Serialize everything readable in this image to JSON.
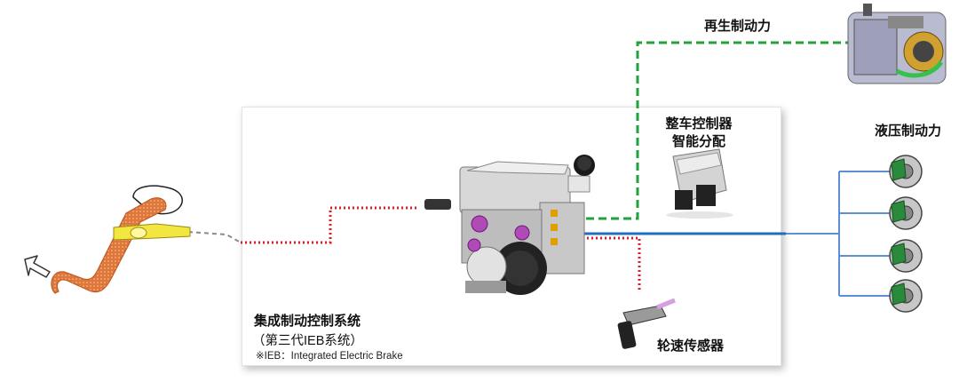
{
  "labels": {
    "ieb_title": "集成制动控制系统",
    "ieb_subtitle": "（第三代IEB系统）",
    "ieb_note": "※IEB：Integrated Electric Brake",
    "regen_braking": "再生制动力",
    "vcu_line1": "整车控制器",
    "vcu_line2": "智能分配",
    "hydraulic_braking": "液压制动力",
    "wheel_speed_sensor": "轮速传感器"
  },
  "colors": {
    "pedal": "#e0773a",
    "pedal_sensor": "#f2e640",
    "pedal_signal": "#e31b23",
    "regen_line": "#1fa33a",
    "hydraulic_line": "#1f6fc0",
    "branch_line": "#5d8fd6",
    "brake_caliper": "#2a8a3c"
  },
  "icons": [
    "brake-pedal-icon",
    "press-arrow-icon",
    "ieb-unit-icon",
    "vcu-module-icon",
    "motor-icon",
    "wheel-brake-icon",
    "wheel-speed-sensor-icon"
  ]
}
